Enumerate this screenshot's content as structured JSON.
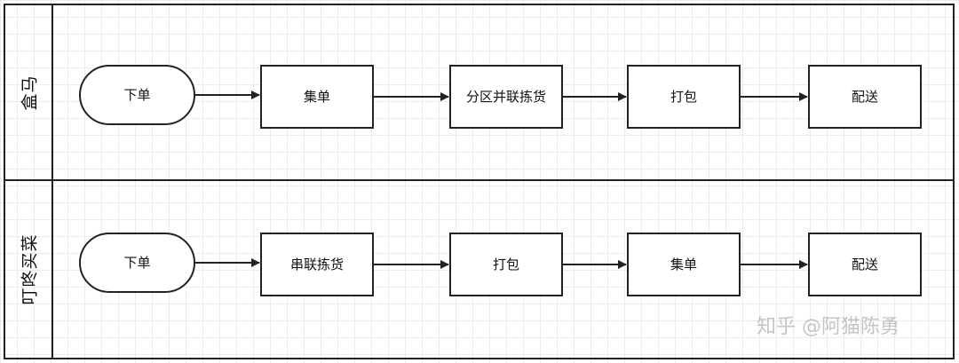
{
  "lanes": [
    {
      "title": "盒马",
      "steps": [
        "下单",
        "集单",
        "分区并联拣货",
        "打包",
        "配送"
      ]
    },
    {
      "title": "叮咚买菜",
      "steps": [
        "下单",
        "串联拣货",
        "打包",
        "集单",
        "配送"
      ]
    }
  ],
  "watermark": "知乎 @阿猫陈勇"
}
